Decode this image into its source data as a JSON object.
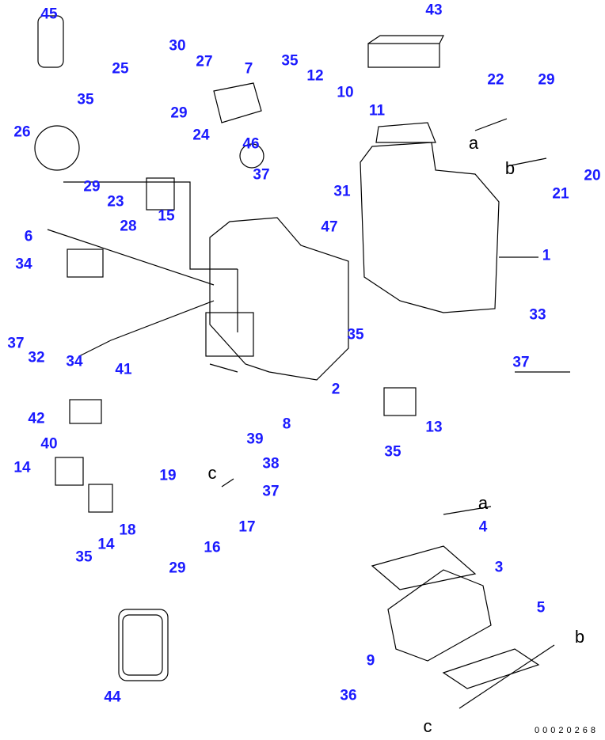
{
  "callouts": [
    "45",
    "30",
    "27",
    "7",
    "35",
    "12",
    "43",
    "22",
    "29",
    "25",
    "35",
    "10",
    "11",
    "29",
    "26",
    "24",
    "46",
    "20",
    "21",
    "29",
    "23",
    "37",
    "31",
    "15",
    "28",
    "47",
    "1",
    "6",
    "34",
    "33",
    "37",
    "32",
    "35",
    "37",
    "34",
    "41",
    "2",
    "42",
    "13",
    "8",
    "39",
    "40",
    "35",
    "14",
    "38",
    "19",
    "37",
    "17",
    "14",
    "18",
    "16",
    "35",
    "29",
    "4",
    "3",
    "5",
    "9",
    "36",
    "44"
  ],
  "letters": [
    "a",
    "b",
    "c",
    "a",
    "b",
    "c"
  ],
  "drawing_code": "00020268",
  "colors": {
    "callout": "#1a1aff",
    "line": "#000000"
  }
}
